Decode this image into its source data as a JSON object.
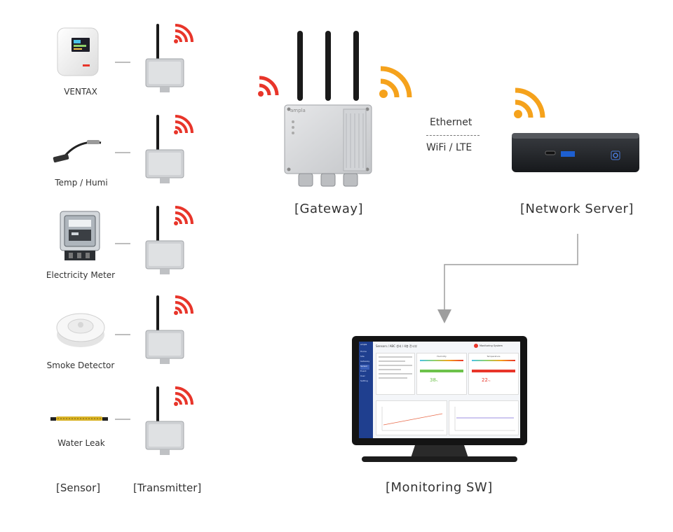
{
  "sensors": [
    {
      "id": "ventax",
      "label": "VENTAX"
    },
    {
      "id": "temp",
      "label": "Temp / Humi"
    },
    {
      "id": "meter",
      "label": "Electricity Meter"
    },
    {
      "id": "smoke",
      "label": "Smoke Detector"
    },
    {
      "id": "leak",
      "label": "Water Leak"
    }
  ],
  "columns": {
    "sensor": "[Sensor]",
    "transmitter": "[Transmitter]"
  },
  "gateway": {
    "label": "[Gateway]",
    "brand": "ampla"
  },
  "link": {
    "top": "Ethernet",
    "bottom": "WiFi / LTE"
  },
  "server": {
    "label": "[Network Server]"
  },
  "monitor": {
    "label": "[Monitoring SW]",
    "brand": "ampla",
    "app_title": "Monitoring System",
    "breadcrumb": "Sensors / ABC 센서 / 4층 전시부",
    "nav": [
      "Home",
      "Site",
      "Gateway",
      "Sensor",
      "Event",
      "User",
      "Setting"
    ],
    "panels": [
      {
        "title": "Humidity",
        "value": "38",
        "unit": "%"
      },
      {
        "title": "Temperature",
        "value": "22",
        "unit": "°C"
      }
    ]
  },
  "colors": {
    "wifi_red": "#e8352a",
    "wifi_orange": "#f5a21c",
    "connector": "#bdbdbd",
    "arrow": "#9e9e9e"
  }
}
